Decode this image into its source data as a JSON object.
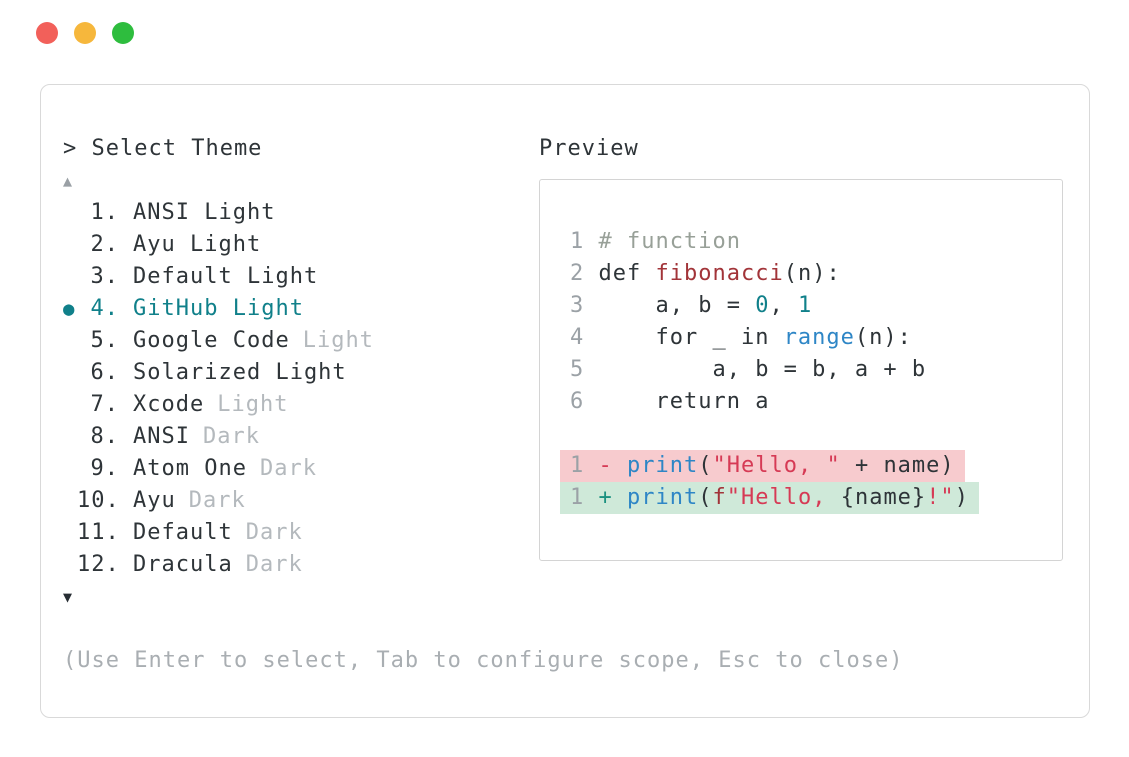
{
  "window_controls": {
    "buttons": [
      {
        "name": "close",
        "color": "#f2605a"
      },
      {
        "name": "minimize",
        "color": "#f6b73c"
      },
      {
        "name": "zoom",
        "color": "#2ebd3e"
      }
    ]
  },
  "picker": {
    "prompt": "> Select Theme",
    "scroll_up_icon": "▲",
    "scroll_down_icon": "▼",
    "items": [
      {
        "bullet": "",
        "number": "1.",
        "name": "ANSI Light",
        "suffix": ""
      },
      {
        "bullet": "",
        "number": "2.",
        "name": "Ayu Light",
        "suffix": ""
      },
      {
        "bullet": "",
        "number": "3.",
        "name": "Default Light",
        "suffix": ""
      },
      {
        "bullet": "●",
        "number": "4.",
        "name": "GitHub Light",
        "suffix": "",
        "selected": true
      },
      {
        "bullet": "",
        "number": "5.",
        "name": "Google Code",
        "suffix": "Light"
      },
      {
        "bullet": "",
        "number": "6.",
        "name": "Solarized Light",
        "suffix": ""
      },
      {
        "bullet": "",
        "number": "7.",
        "name": "Xcode",
        "suffix": "Light"
      },
      {
        "bullet": "",
        "number": "8.",
        "name": "ANSI",
        "suffix": "Dark"
      },
      {
        "bullet": "",
        "number": "9.",
        "name": "Atom One",
        "suffix": "Dark"
      },
      {
        "bullet": "",
        "number": "10.",
        "name": "Ayu",
        "suffix": "Dark"
      },
      {
        "bullet": "",
        "number": "11.",
        "name": "Default",
        "suffix": "Dark"
      },
      {
        "bullet": "",
        "number": "12.",
        "name": "Dracula",
        "suffix": "Dark"
      }
    ],
    "help": "(Use Enter to select, Tab to configure scope, Esc to close)"
  },
  "preview": {
    "title": "Preview",
    "code": [
      {
        "segs": [
          {
            "t": "1 "
          },
          {
            "t": "# function"
          }
        ]
      },
      {
        "segs": [
          {
            "t": "2 "
          },
          {
            "t": "def "
          },
          {
            "t": "fibonacci"
          },
          {
            "t": "(n):"
          }
        ]
      },
      {
        "segs": [
          {
            "t": "3 "
          },
          {
            "t": "    a, b = "
          },
          {
            "t": "0"
          },
          {
            "t": ", "
          },
          {
            "t": "1"
          }
        ]
      },
      {
        "segs": [
          {
            "t": "4 "
          },
          {
            "t": "    for _ in "
          },
          {
            "t": "range"
          },
          {
            "t": "(n):"
          }
        ]
      },
      {
        "segs": [
          {
            "t": "5 "
          },
          {
            "t": "        a, b = b, a + b"
          }
        ]
      },
      {
        "segs": [
          {
            "t": "6 "
          },
          {
            "t": "    return a"
          }
        ]
      },
      {
        "segs": []
      },
      {
        "segs": [
          {
            "t": "1 "
          },
          {
            "t": "- "
          },
          {
            "t": "print"
          },
          {
            "t": "("
          },
          {
            "t": "\"Hello, \""
          },
          {
            "t": " + name)"
          }
        ]
      },
      {
        "segs": [
          {
            "t": "1 "
          },
          {
            "t": "+ "
          },
          {
            "t": "print"
          },
          {
            "t": "("
          },
          {
            "t": "f"
          },
          {
            "t": "\"Hello, "
          },
          {
            "t": "{name}"
          },
          {
            "t": "!\""
          },
          {
            "t": ")"
          }
        ]
      }
    ],
    "colors": {
      "selected_accent": "#10808a",
      "function_blue": "#2e86c6",
      "string_red": "#d63a55",
      "identifier_darkred": "#a23439",
      "number_teal": "#10808a",
      "comment_gray": "#98a098",
      "removed_line_bg": "#f7cbce",
      "added_line_bg": "#cfe9d9"
    }
  }
}
